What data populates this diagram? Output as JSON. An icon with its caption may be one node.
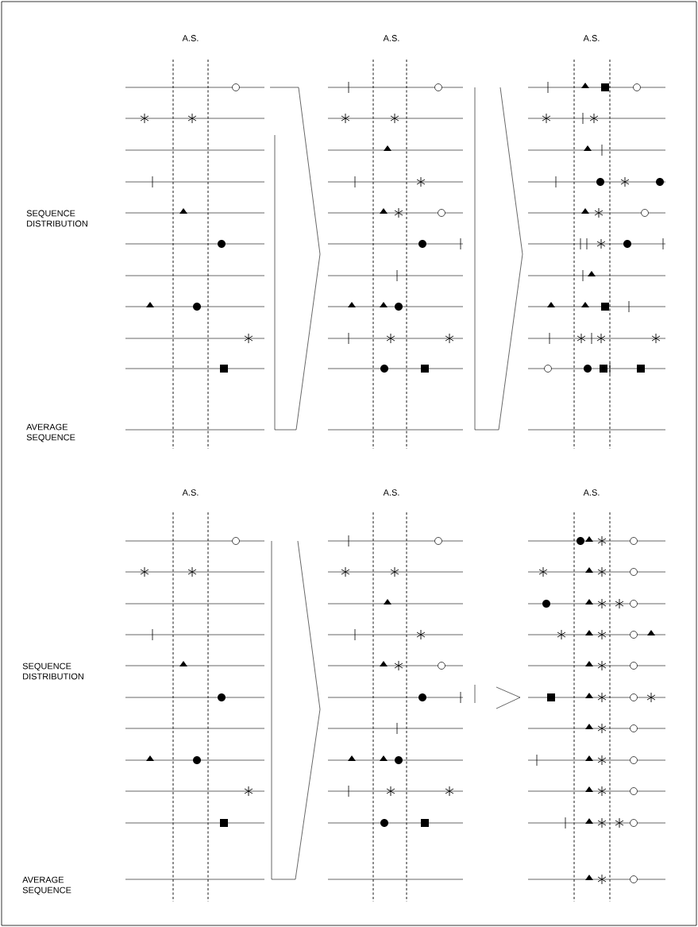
{
  "diagram": {
    "labels": [
      "A.S.",
      "A.S.",
      "A.S.",
      "SEQUENCE DISTRIBUTION",
      "AVERAGE SEQUENCE",
      "A.S.",
      "A.S.",
      "A.S.",
      "SEQUENCE DISTRIBUTION",
      "AVERAGE SEQUENCE"
    ]
  }
}
